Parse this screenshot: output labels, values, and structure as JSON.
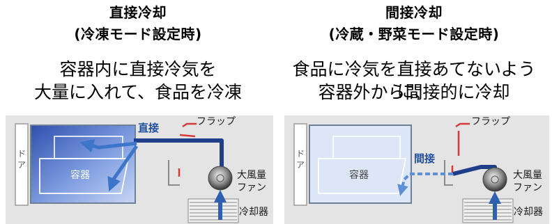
{
  "panels": [
    {
      "title_line1": "直接冷却",
      "title_line2": "(冷凍モード設定時)",
      "desc_line1": "容器内に直接冷気を",
      "desc_line2": "大量に入れて、食品を冷凍",
      "labels": {
        "airflow": "直接",
        "flap": "フラップ",
        "fan_line1": "大風量",
        "fan_line2": "ファン",
        "cooler": "冷却器",
        "door_line1": "ド",
        "door_line2": "ア",
        "container": "容器"
      }
    },
    {
      "title_line1": "間接冷却",
      "title_line2": "(冷蔵・野菜モード設定時)",
      "desc_line1": "食品に冷気を直接あてないように、",
      "desc_line2": "容器外から間接的に冷却",
      "labels": {
        "airflow": "間接",
        "flap": "フラップ",
        "fan_line1": "大風量",
        "fan_line2": "ファン",
        "cooler": "冷却器",
        "door_line1": "ド",
        "door_line2": "ア",
        "container": "容器"
      }
    }
  ],
  "colors": {
    "compartment_bg": "#e3e3e3",
    "container_dark": "#3f5fb8",
    "container_light": "#dde6f6",
    "duct": "#1f3f8a",
    "flap": "#d63a3a",
    "arrow": "#3d75c8"
  }
}
